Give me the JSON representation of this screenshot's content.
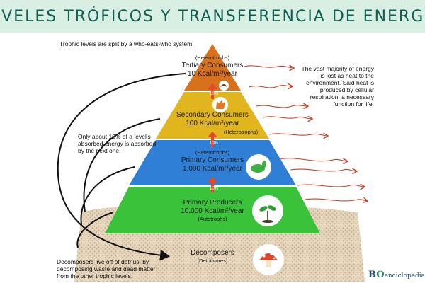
{
  "header": {
    "title": "NIVELES TRÓFICOS Y TRANSFERENCIA DE ENERGÍA"
  },
  "notes": {
    "intro": "Trophic levels are split by a who-eats-who system.",
    "ten_percent": "Only about 10% of a level's absorbed energy is absorbed by the next one.",
    "decomposers": "Decomposers live off of detrius, by decomposing waste and dead matter from the other trophic levels.",
    "heat": "The vast majority of energy is lost as heat to the environment. Said heat is produced by cellular respiration, a necessary function for life."
  },
  "levels": {
    "tertiary": {
      "name": "Tertiary Consumers",
      "energy": "10 Kcal/m²/year",
      "type": "(Heterotrophs)",
      "color": "#d8711c"
    },
    "secondary": {
      "name": "Secondary Consumers",
      "energy": "100 Kcal/m²/year",
      "type": "(Heterotrophs)",
      "color": "#e0b51d"
    },
    "primary": {
      "name": "Primary Consumers",
      "energy": "1,000 Kcal/m²/year",
      "type": "(Heterotrophs)",
      "color": "#2f7fd6"
    },
    "producers": {
      "name": "Primary Producers",
      "energy": "10,000 Kcal/m²/year",
      "type": "(Autotrophs)",
      "color": "#39c23a"
    },
    "decomposers": {
      "name": "Decomposers",
      "type": "(Detritivores)",
      "color": "#d9c5a6"
    }
  },
  "transfer_label": "10%",
  "icons": {
    "tertiary": "eagle-icon",
    "secondary": "fox-icon",
    "primary": "rabbit-icon",
    "producers": "sprout-icon",
    "decomposers": "mushroom-icon"
  },
  "logo": {
    "b": "B",
    "o": "O",
    "rest": "enciclopedia"
  },
  "colors": {
    "header_bg": "#d9efe3",
    "header_text": "#0f5f52",
    "heat_arrow": "#c9402a",
    "transfer_arrow": "#e04a2a"
  }
}
